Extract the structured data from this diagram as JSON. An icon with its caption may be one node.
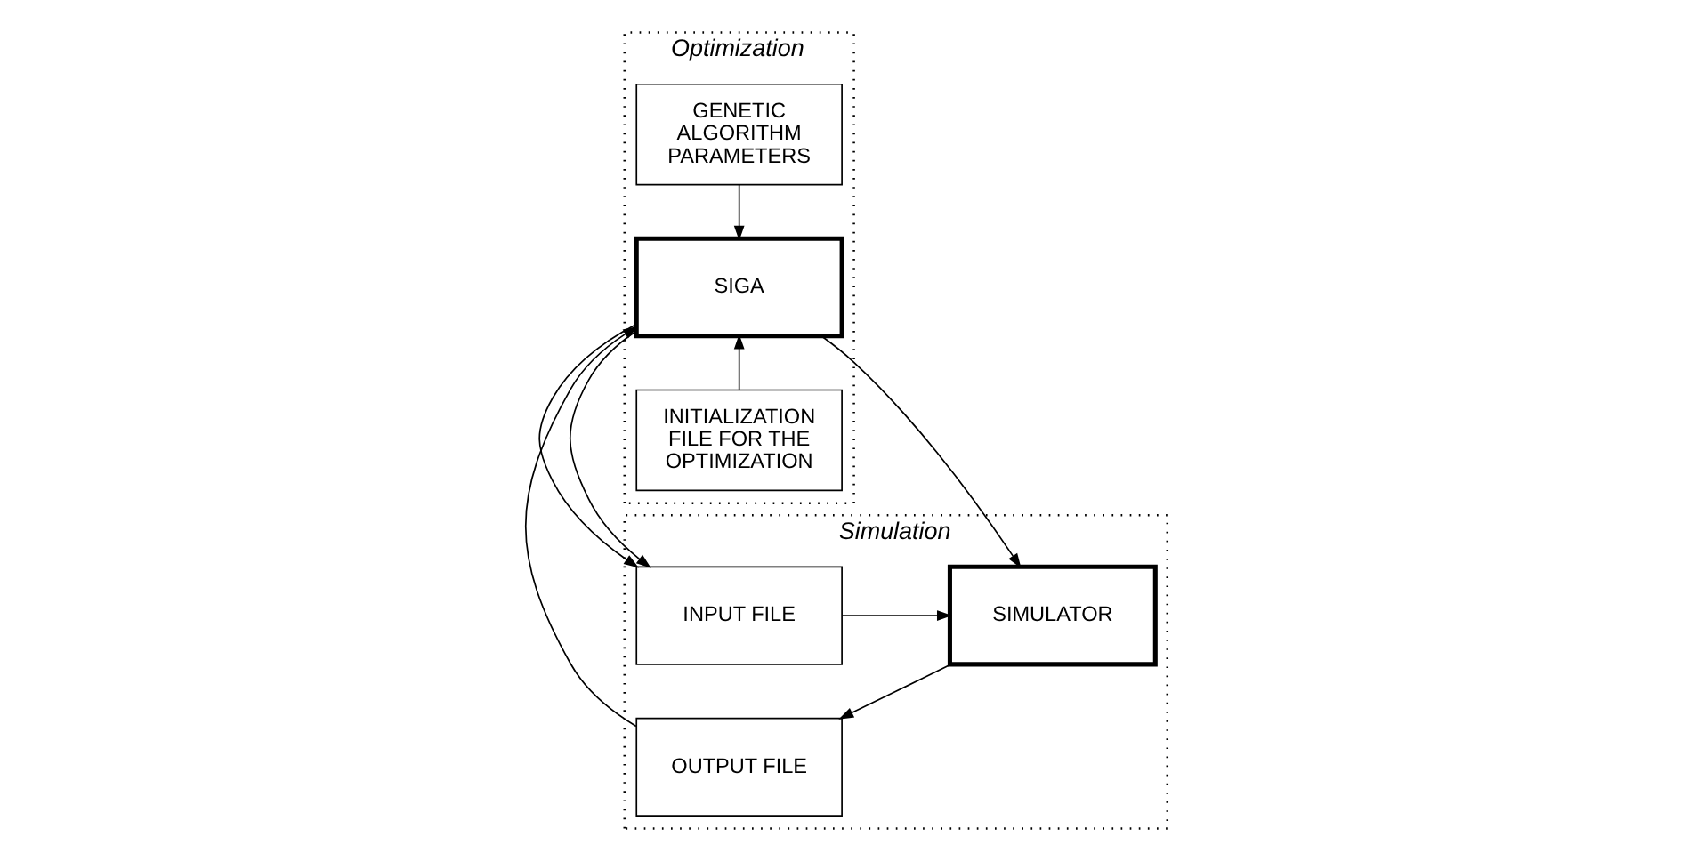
{
  "diagram": {
    "nodes": [
      {
        "text": [
          "Optimization"
        ]
      },
      {
        "text": [
          "Simulation"
        ]
      },
      {
        "text": [
          "GENETIC ALGORITHM PARAMETERS"
        ],
        "in": 0
      },
      {
        "text": [
          "SIGA"
        ],
        "in": 0
      },
      {
        "text": [
          "INITIALIZATION FILE FOR THE OPTIMIZATION"
        ],
        "in": 0
      },
      {
        "text": [
          "INPUT FILE"
        ],
        "in": 1
      },
      {
        "text": [
          "OUTPUT FILE"
        ],
        "in": 1
      },
      {
        "text": [
          "SIMULATOR"
        ],
        "in": 1
      }
    ],
    "edges": [
      {
        "from": 2,
        "to": 3,
        "arrow": "to"
      },
      {
        "from": 4,
        "to": 3,
        "arrow": "to"
      },
      {
        "from": 3,
        "to": 5,
        "arrow": "to"
      },
      {
        "from": 3,
        "to": 7,
        "arrow": "to"
      },
      {
        "from": 5,
        "to": 7,
        "arrow": "to"
      },
      {
        "from": 7,
        "to": 6,
        "arrow": "to"
      },
      {
        "from": 6,
        "to": 3,
        "arrow": "to"
      }
    ]
  }
}
